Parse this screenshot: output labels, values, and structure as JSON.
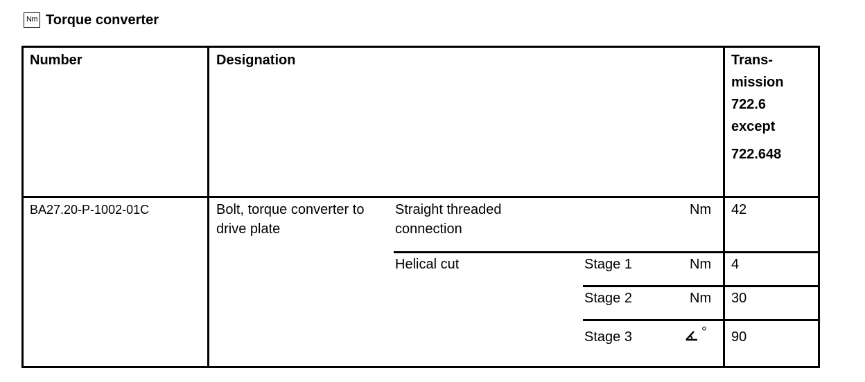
{
  "title": "Torque converter",
  "title_icon": "Nm",
  "headers": {
    "number": "Number",
    "designation": "Designation",
    "transmission_lines": [
      "Trans-",
      "mission",
      "722.6",
      "except",
      "722.648"
    ]
  },
  "row": {
    "number": "BA27.20-P-1002-01C",
    "designation": "Bolt, torque converter to drive plate",
    "items": [
      {
        "type": "Straight threaded connection",
        "stage": "",
        "unit": "Nm",
        "value": "42"
      },
      {
        "type": "Helical cut",
        "stage": "Stage 1",
        "unit": "Nm",
        "value": "4"
      },
      {
        "type": "",
        "stage": "Stage 2",
        "unit": "Nm",
        "value": "30"
      },
      {
        "type": "",
        "stage": "Stage 3",
        "unit": "°",
        "value": "90"
      }
    ]
  }
}
